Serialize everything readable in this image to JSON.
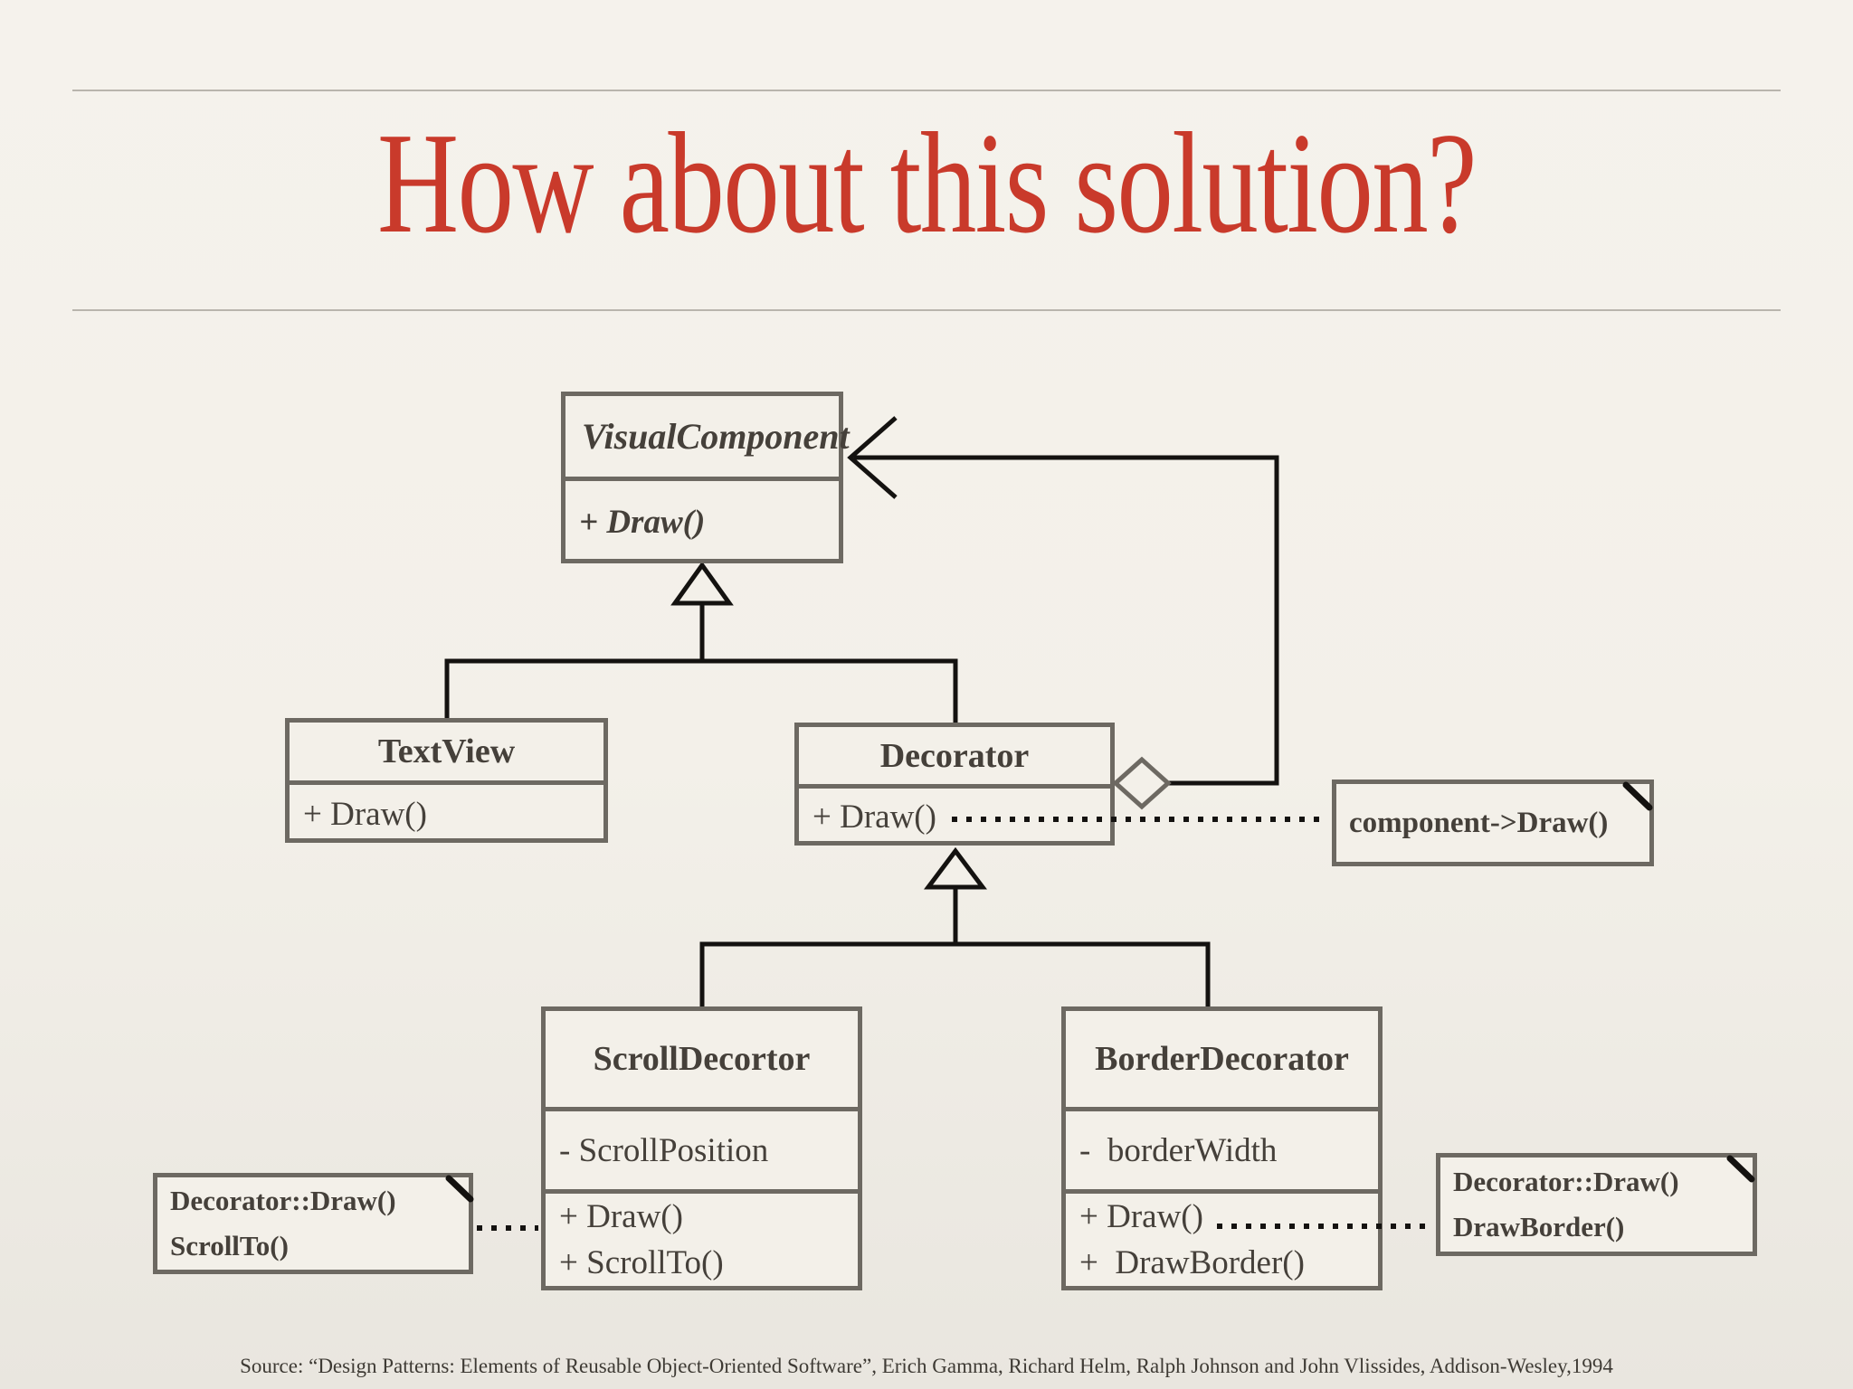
{
  "slide": {
    "title": "How about this solution?",
    "title_color": "#c93a2b",
    "source": "Source: “Design Patterns: Elements of Reusable Object-Oriented Software”, Erich Gamma, Richard Helm, Ralph Johnson and John Vlissides, Addison-Wesley,1994"
  },
  "diagram": {
    "classes": {
      "visual": {
        "name": "VisualComponent",
        "method": "+ Draw()"
      },
      "textview": {
        "name": "TextView",
        "method": "+ Draw()"
      },
      "decorator": {
        "name": "Decorator",
        "method": "+ Draw()"
      },
      "scroll": {
        "name": "ScrollDecortor",
        "attribute": "- ScrollPosition",
        "methods": [
          "+ Draw()",
          "+ ScrollTo()"
        ]
      },
      "border": {
        "name": "BorderDecorator",
        "attribute": "-  borderWidth",
        "methods": [
          "+ Draw()",
          "+  DrawBorder()"
        ]
      }
    },
    "notes": {
      "component_draw": {
        "lines": [
          "component->Draw()"
        ]
      },
      "scroll_note": {
        "lines": [
          "Decorator::Draw()",
          "ScrollTo()"
        ]
      },
      "border_note": {
        "lines": [
          "Decorator::Draw()",
          "DrawBorder()"
        ]
      }
    },
    "connector_types": {
      "hollow_triangle": "generalization (inheritance)",
      "open_arrow": "association to VisualComponent",
      "diamond": "aggregation on Decorator",
      "dotted_line": "note / pseudocode link"
    },
    "colors": {
      "background": "#f3f0e9",
      "box_border": "#6d6962",
      "text": "#45403a",
      "connector": "#141210",
      "accent_red": "#c93a2b"
    }
  }
}
